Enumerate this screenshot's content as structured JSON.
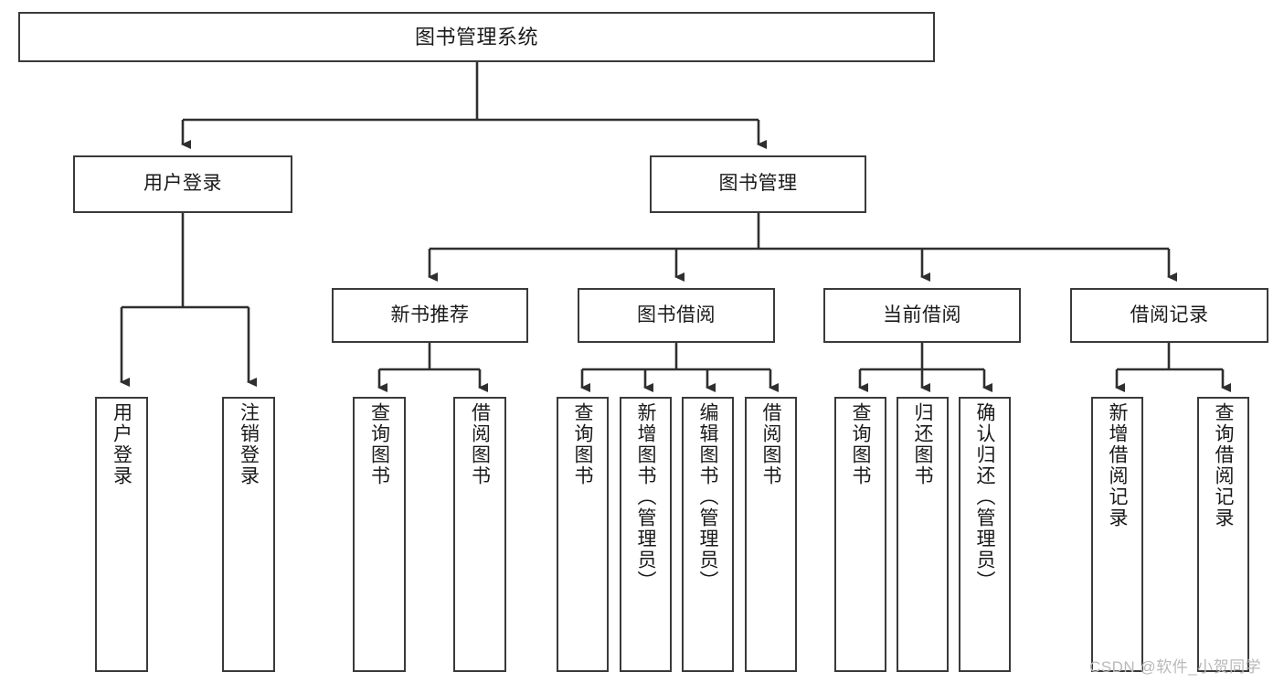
{
  "diagram": {
    "title": "图书管理系统",
    "type": "tree",
    "root": {
      "label": "图书管理系统"
    },
    "level2": [
      {
        "label": "用户登录"
      },
      {
        "label": "图书管理"
      }
    ],
    "level3": [
      {
        "label": "新书推荐"
      },
      {
        "label": "图书借阅"
      },
      {
        "label": "当前借阅"
      },
      {
        "label": "借阅记录"
      }
    ],
    "leaves": {
      "user_login": [
        {
          "label": "用户登录"
        },
        {
          "label": "注销登录"
        }
      ],
      "new_book": [
        {
          "label": "查询图书"
        },
        {
          "label": "借阅图书"
        }
      ],
      "book_borrow": [
        {
          "label": "查询图书"
        },
        {
          "label": "新增图书（管理员）"
        },
        {
          "label": "编辑图书（管理员）"
        },
        {
          "label": "借阅图书"
        }
      ],
      "current_borrow": [
        {
          "label": "查询图书"
        },
        {
          "label": "归还图书"
        },
        {
          "label": "确认归还（管理员）"
        }
      ],
      "borrow_record": [
        {
          "label": "新增借阅记录"
        },
        {
          "label": "查询借阅记录"
        }
      ]
    },
    "colors": {
      "stroke": "#3a3a3a",
      "fill": "#ffffff",
      "text": "#1a1a1a",
      "watermark": "#b9b9b9"
    }
  },
  "watermark": {
    "text": "CSDN @软件_小贺同学"
  }
}
